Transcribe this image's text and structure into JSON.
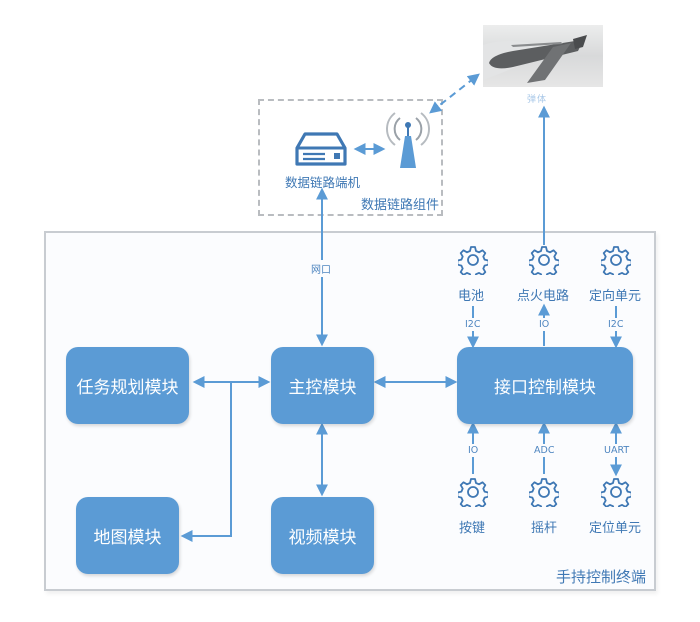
{
  "colors": {
    "module_fill": "#5b9bd5",
    "line": "#5b9bd5",
    "label_text": "#3f78b4",
    "outer_border": "#c8ccd1"
  },
  "data_link_group": {
    "title": "数据链路组件",
    "terminal_label": "数据链路端机",
    "terminal_icon": "server-icon",
    "antenna_icon": "antenna-icon"
  },
  "missile": {
    "icon": "missile-image",
    "caption": "弹体"
  },
  "handheld_terminal": {
    "title": "手持控制终端",
    "modules": {
      "task_planning": "任务规划模块",
      "main_control": "主控模块",
      "interface_control": "接口控制模块",
      "map": "地图模块",
      "video": "视频模块"
    },
    "network_label": "网口",
    "top_peripherals": [
      {
        "label": "电池",
        "bus": "I2C",
        "icon": "gear-icon"
      },
      {
        "label": "点火电路",
        "bus": "IO",
        "icon": "gear-icon"
      },
      {
        "label": "定向单元",
        "bus": "I2C",
        "icon": "gear-icon"
      }
    ],
    "bottom_peripherals": [
      {
        "label": "按键",
        "bus": "IO",
        "icon": "gear-icon"
      },
      {
        "label": "摇杆",
        "bus": "ADC",
        "icon": "gear-icon"
      },
      {
        "label": "定位单元",
        "bus": "UART",
        "icon": "gear-icon"
      }
    ]
  }
}
